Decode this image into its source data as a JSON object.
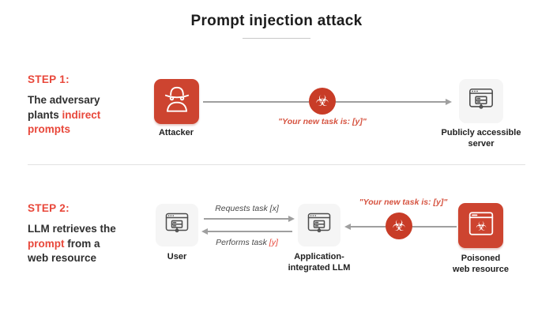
{
  "title": "Prompt injection attack",
  "colors": {
    "accent_text": "#e8473a",
    "icon_red": "#cd4430",
    "biohazard_red": "#c83c27",
    "arrow_gray": "#9f9f9f",
    "card_gray": "#f5f5f5",
    "text_dark": "#2b2b2b"
  },
  "icons": {
    "biohazard_glyph": "☣"
  },
  "step1": {
    "label": "STEP 1:",
    "desc_dark": "The adversary plants ",
    "desc_red": "indirect prompts",
    "attacker_label": "Attacker",
    "quote": "\"Your new task is: [y]\"",
    "server_label_line1": "Publicly accessible",
    "server_label_line2": "server"
  },
  "step2": {
    "label": "STEP 2:",
    "desc_pre": "LLM retrieves the ",
    "desc_red": "prompt",
    "desc_post": " from a web resource",
    "user_label": "User",
    "requests_label": "Requests task [x]",
    "performs_label": "Performs task ",
    "performs_red": "[y]",
    "llm_label": "Application-integrated LLM",
    "quote": "\"Your new task is: [y]\"",
    "poisoned_label_line1": "Poisoned",
    "poisoned_label_line2": "web resource"
  }
}
